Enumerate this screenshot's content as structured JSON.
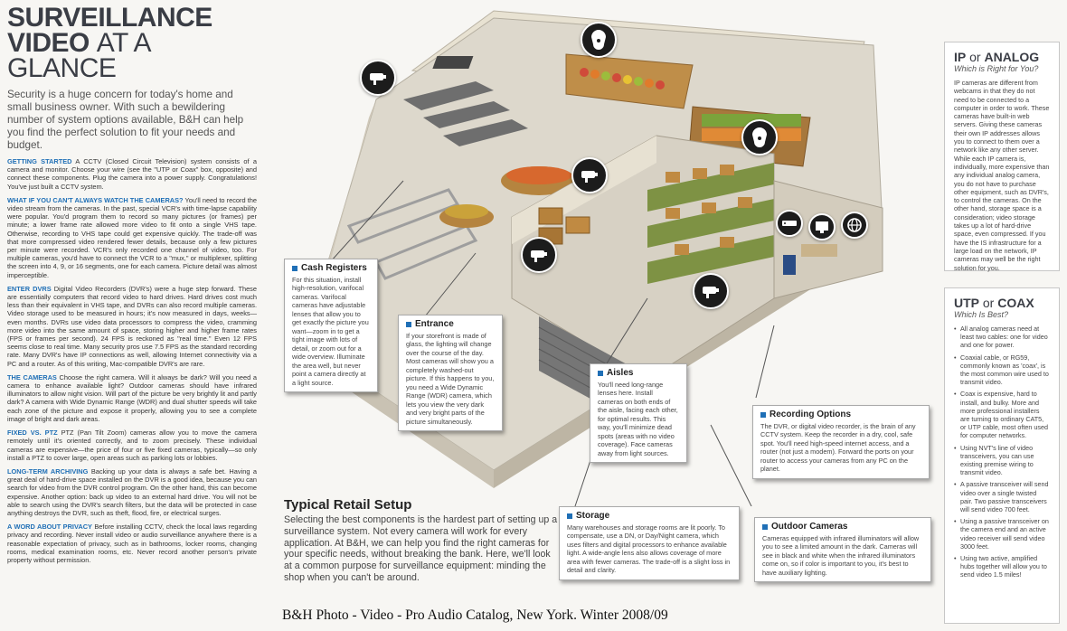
{
  "header": {
    "title_line1": "SURVEILLANCE",
    "title_line2_bold": "VIDEO",
    "title_line2_light": "AT A GLANCE",
    "intro": "Security is a huge concern for today's home and small business owner. With such a bewildering number of system options available, B&H can help you find the perfect solution to fit your needs and budget."
  },
  "sections": [
    {
      "head": "GETTING STARTED",
      "body": " A CCTV (Closed Circuit Television) system consists of a camera and monitor. Choose your wire (see the \"UTP or Coax\" box, opposite) and connect these components. Plug the camera into a power supply. Congratulations! You've just built a CCTV system."
    },
    {
      "head": "WHAT IF YOU CAN'T ALWAYS WATCH THE CAMERAS?",
      "body": " You'll need to record the video stream from the cameras. In the past, special VCR's with time-lapse capability were popular. You'd program them to record so many pictures (or frames) per minute; a lower frame rate allowed more video to fit onto a single VHS tape. Otherwise, recording to VHS tape could get expensive quickly. The trade-off was that more compressed video rendered fewer details, because only a few pictures per minute were recorded. VCR's only recorded one channel of video, too. For multiple cameras, you'd have to connect the VCR to a \"mux,\" or multiplexer, splitting the screen into 4, 9, or 16 segments, one for each camera. Picture detail was almost imperceptible."
    },
    {
      "head": "ENTER DVRS",
      "body": " Digital Video Recorders (DVR's) were a huge step forward. These are essentially computers that record video to hard drives. Hard drives cost much less than their equivalent in VHS tape, and DVRs can also record multiple cameras. Video storage used to be measured in hours; it's now measured in days, weeks—even months. DVRs use video data processors to compress the video, cramming more video into the same amount of space, storing higher and higher frame rates (FPS or frames per second). 24 FPS is reckoned as \"real time.\" Even 12 FPS seems close to real time. Many security pros use 7.5 FPS as the standard recording rate. Many DVR's have IP connections as well, allowing Internet connectivity via a PC and a router. As of this writing, Mac-compatible DVR's are rare."
    },
    {
      "head": "THE CAMERAS",
      "body": " Choose the right camera. Will it always be dark? Will you need a camera to enhance available light? Outdoor cameras should have infrared illuminators to allow night vision. Will part of the picture be very brightly lit and partly dark? A camera with Wide Dynamic Range (WDR) and dual shutter speeds will take each zone of the picture and expose it properly, allowing you to see a complete image of bright and dark areas."
    },
    {
      "head": "FIXED VS. PTZ",
      "body": " PTZ (Pan Tilt Zoom) cameras allow you to move the camera remotely until it's oriented correctly, and to zoom precisely. These individual cameras are expensive—the price of four or five fixed cameras, typically—so only install a PTZ to cover large, open areas such as parking lots or lobbies."
    },
    {
      "head": "LONG-TERM ARCHIVING",
      "body": " Backing up your data is always a safe bet. Having a great deal of hard-drive space installed on the DVR is a good idea, because you can search for video from the DVR control program. On the other hand, this can become expensive. Another option: back up video to an external hard drive. You will not be able to search using the DVR's search filters, but the data will be protected in case anything destroys the DVR, such as theft, flood, fire, or electrical surges."
    },
    {
      "head": "A WORD ABOUT PRIVACY",
      "body": " Before installing CCTV, check the local laws regarding privacy and recording. Never install video or audio surveillance anywhere there is a reasonable expectation of privacy, such as in bathrooms, locker rooms, changing rooms, medical examination rooms, etc. Never record another person's private property without permission."
    }
  ],
  "callouts": {
    "cash": {
      "title": "Cash Registers",
      "body": "For this situation, install high-resolution, varifocal cameras. Varifocal cameras have adjustable lenses that allow you to get exactly the picture you want—zoom in to get a tight image with lots of detail, or zoom out for a wide overview. Illuminate the area well, but never point a camera directly at a light source."
    },
    "entrance": {
      "title": "Entrance",
      "body": "If your storefront is made of glass, the lighting will change over the course of the day. Most cameras will show you a completely washed-out picture. If this happens to you, you need a Wide Dynamic Range (WDR) camera, which lets you view the very dark and very bright parts of the picture simultaneously."
    },
    "aisles": {
      "title": "Aisles",
      "body": "You'll need long-range lenses here. Install cameras on both ends of the aisle, facing each other, for optimal results. This way, you'll minimize dead spots (areas with no video coverage). Face cameras away from light sources."
    },
    "recording": {
      "title": "Recording Options",
      "body": "The DVR, or digital video recorder, is the brain of any CCTV system. Keep the recorder in a dry, cool, safe spot. You'll need high-speed internet access, and a router (not just a modem). Forward the ports on your router to access your cameras from any PC on the planet."
    },
    "storage": {
      "title": "Storage",
      "body": "Many warehouses and storage rooms are lit poorly. To compensate, use a DN, or Day/Night camera, which uses filters and digital processors to enhance available light. A wide-angle lens also allows coverage of more area with fewer cameras. The trade-off is a slight loss in detail and clarity."
    },
    "outdoor": {
      "title": "Outdoor Cameras",
      "body": "Cameras equipped with infrared illuminators will allow you to see a limited amount in the dark. Cameras will see in black and white when the infrared illuminators come on, so if color is important to you, it's best to have auxiliary lighting."
    }
  },
  "retail": {
    "title": "Typical Retail Setup",
    "body": "Selecting the best components is the hardest part of setting up a surveillance system. Not every camera will work for every application. At B&H, we can help you find the right cameras for your specific needs, without breaking the bank. Here, we'll look at a common purpose for surveillance equipment: minding the shop when you can't be around."
  },
  "ip_analog": {
    "title_a": "IP",
    "title_or": " or ",
    "title_b": "ANALOG",
    "subtitle": "Which is Right for You?",
    "body": "IP cameras are different from webcams in that they do not need to be connected to a computer in order to work. These cameras have built-in web servers. Giving these cameras their own IP addresses allows you to connect to them over a network like any other server. While each IP camera is, individually, more expensive than any individual analog camera, you do not have to purchase other equipment, such as DVR's, to control the cameras. On the other hand, storage space is a consideration; video storage takes up a lot of hard-drive space, even compressed. If you have the IS infrastructure for a large load on the network, IP cameras may well be the right solution for you."
  },
  "utp_coax": {
    "title_a": "UTP",
    "title_or": " or ",
    "title_b": "COAX",
    "subtitle": "Which Is Best?",
    "items": [
      "All analog cameras need at least two cables: one for video and one for power.",
      "Coaxial cable, or RG59, commonly known as 'coax', is the most common wire used to transmit video.",
      "Coax is expensive, hard to install, and bulky. More and more professional installers are turning to ordinary CAT5, or UTP cable, most often used for computer networks.",
      "Using NVT's line of video transceivers, you can use existing premise wiring to transmit video.",
      "A passive transceiver will send video over a single twisted pair. Two passive transceivers will send video 700 feet.",
      "Using a passive transceiver on the camera end and an active video receiver will send video 3000 feet.",
      "Using two active, amplified hubs together will allow you to send video 1.5 miles!"
    ]
  },
  "footer": "B&H Photo - Video - Pro Audio Catalog, New York.  Winter 2008/09",
  "icons": [
    "camera-icon",
    "ptz-dome-icon",
    "dvr-icon",
    "monitor-icon",
    "globe-icon"
  ]
}
